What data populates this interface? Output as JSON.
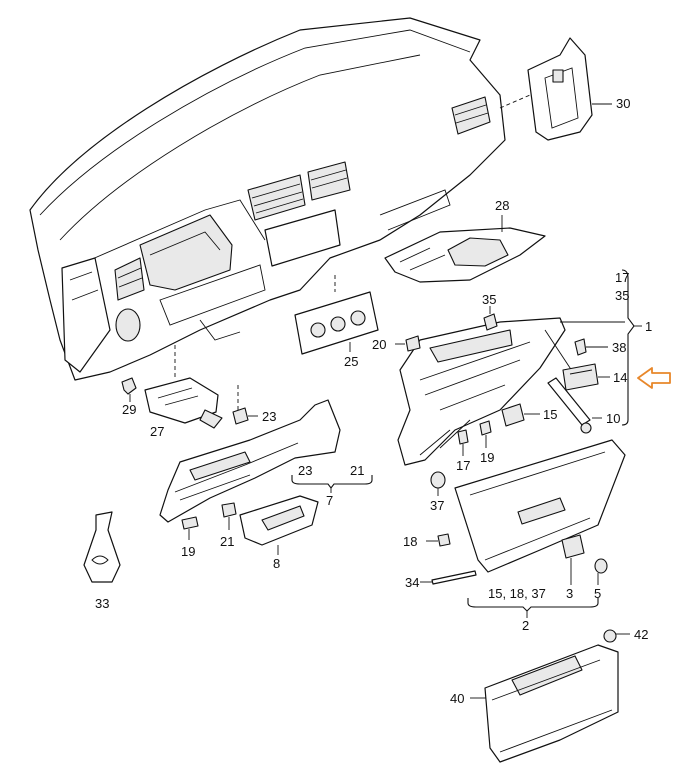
{
  "callouts": {
    "c1": "1",
    "c3": "3",
    "c5": "5",
    "c7": "7",
    "c8": "8",
    "c10": "10",
    "c14": "14",
    "c15": "15",
    "c17": "17",
    "c19a": "19",
    "c19b": "19",
    "c20": "20",
    "c21a": "21",
    "c21b": "21",
    "c23a": "23",
    "c23b": "23",
    "c25": "25",
    "c27": "27",
    "c28": "28",
    "c29": "29",
    "c30": "30",
    "c33": "33",
    "c34": "34",
    "c35": "35",
    "c37a": "37",
    "c38": "38",
    "c40": "40",
    "c42": "42",
    "c18": "18",
    "c2": "2",
    "c37b": "37",
    "group1_35": "35",
    "group2_list": "15, 18, 37"
  },
  "highlight": {
    "arrow_color": "#e8872a",
    "target": "14"
  }
}
